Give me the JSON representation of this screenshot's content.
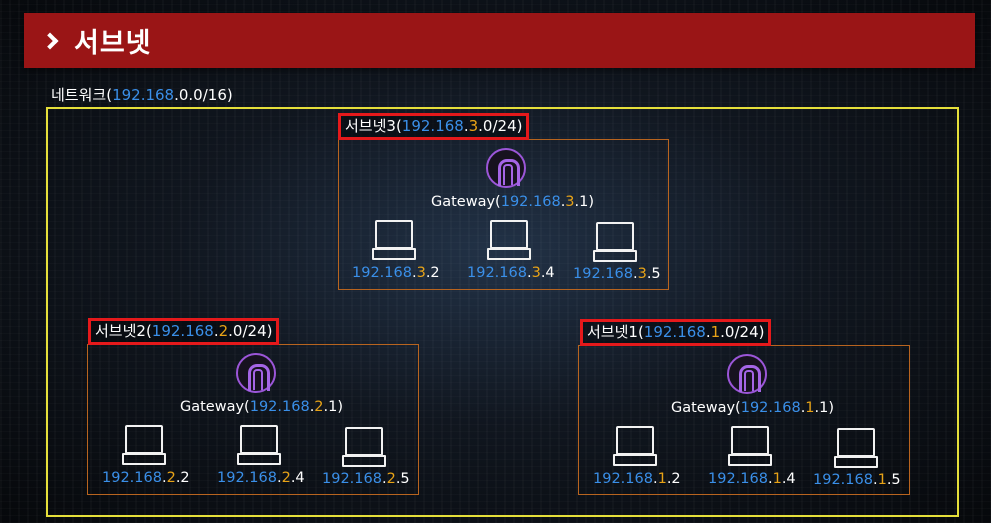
{
  "header": {
    "title": "서브넷"
  },
  "network": {
    "label": {
      "prefix": "네트워크(",
      "blue": "192.168",
      "rest": ".0.0/16)"
    }
  },
  "subnets": [
    {
      "label": {
        "prefix": "서브넷3(",
        "blue": "192.168",
        "dot": ".",
        "gold": "3",
        "suffix": ".0/24)"
      },
      "gateway": {
        "prefix": "Gateway(",
        "blue": "192.168",
        "dot": ".",
        "gold": "3",
        "suffix": ".1)"
      },
      "hosts": [
        {
          "blue": "192.168",
          "dot": ".",
          "gold": "3",
          "suffix": ".2"
        },
        {
          "blue": "192.168",
          "dot": ".",
          "gold": "3",
          "suffix": ".4"
        },
        {
          "blue": "192.168",
          "dot": ".",
          "gold": "3",
          "suffix": ".5"
        }
      ]
    },
    {
      "label": {
        "prefix": "서브넷2(",
        "blue": "192.168",
        "dot": ".",
        "gold": "2",
        "suffix": ".0/24)"
      },
      "gateway": {
        "prefix": "Gateway(",
        "blue": "192.168",
        "dot": ".",
        "gold": "2",
        "suffix": ".1)"
      },
      "hosts": [
        {
          "blue": "192.168",
          "dot": ".",
          "gold": "2",
          "suffix": ".2"
        },
        {
          "blue": "192.168",
          "dot": ".",
          "gold": "2",
          "suffix": ".4"
        },
        {
          "blue": "192.168",
          "dot": ".",
          "gold": "2",
          "suffix": ".5"
        }
      ]
    },
    {
      "label": {
        "prefix": "서브넷1(",
        "blue": "192.168",
        "dot": ".",
        "gold": "1",
        "suffix": ".0/24)"
      },
      "gateway": {
        "prefix": "Gateway(",
        "blue": "192.168",
        "dot": ".",
        "gold": "1",
        "suffix": ".1)"
      },
      "hosts": [
        {
          "blue": "192.168",
          "dot": ".",
          "gold": "1",
          "suffix": ".2"
        },
        {
          "blue": "192.168",
          "dot": ".",
          "gold": "1",
          "suffix": ".4"
        },
        {
          "blue": "192.168",
          "dot": ".",
          "gold": "1",
          "suffix": ".5"
        }
      ]
    }
  ],
  "icons": {
    "header": "chevron-right-icon",
    "gateway": "gateway-router-icon",
    "host": "computer-monitor-icon"
  },
  "colors": {
    "title_bar": "#9a1516",
    "network_border": "#e5df3a",
    "subnet_border": "#b8641f",
    "label_highlight": "#e5191b",
    "ip_network_part": "#3a8fe8",
    "ip_subnet_part": "#e8a317",
    "gateway_icon": "#9b56d8"
  }
}
